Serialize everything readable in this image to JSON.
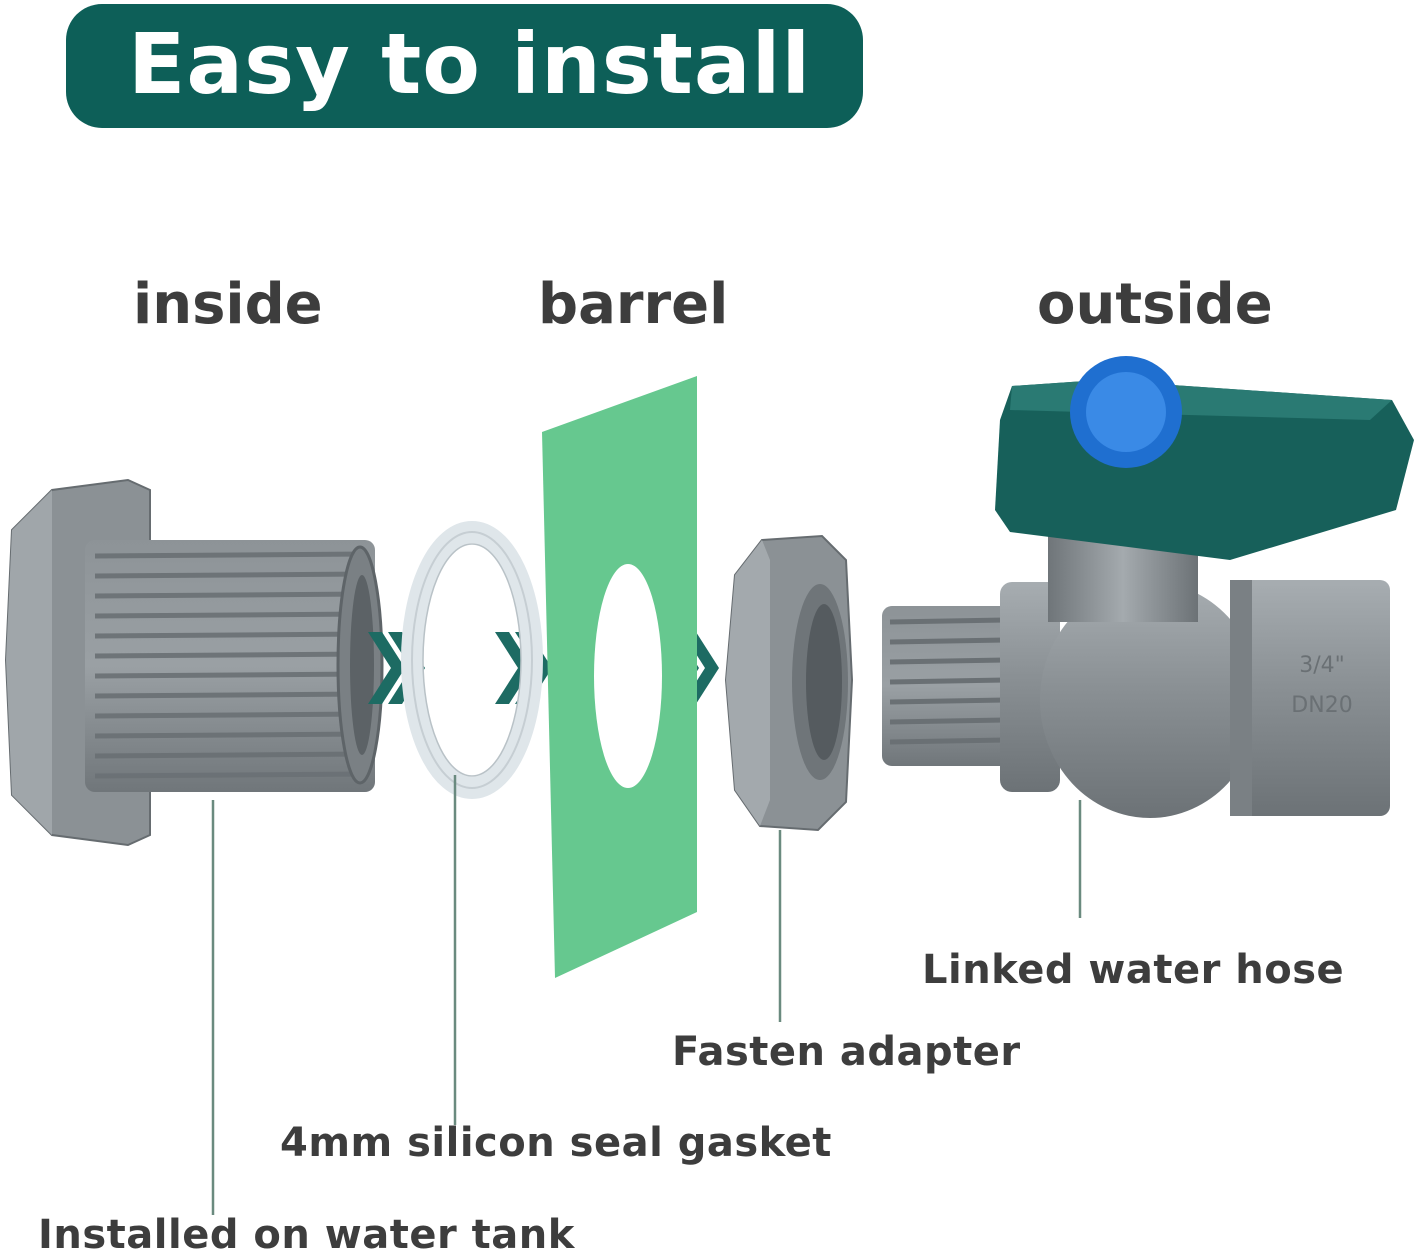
{
  "title": "Easy to install",
  "headings": {
    "inside": "inside",
    "barrel": "barrel",
    "outside": "outside"
  },
  "labels": {
    "installed": "Installed on water tank",
    "gasket": "4mm silicon seal gasket",
    "fasten": "Fasten adapter",
    "hose": "Linked water hose"
  },
  "valve_marking": {
    "size": "3/4\"",
    "dn": "DN20"
  },
  "colors": {
    "banner": "#0d5f58",
    "barrel_panel": "#66c88f",
    "pipe_gray": "#7f8589",
    "handle": "#17605a",
    "handle_badge": "#1f6fd0"
  }
}
